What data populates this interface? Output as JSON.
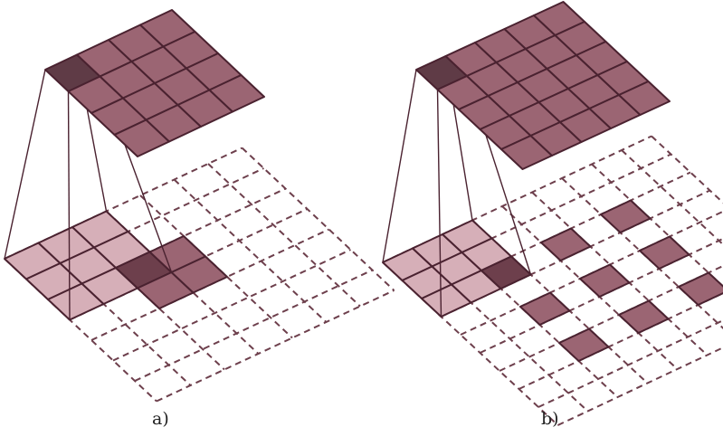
{
  "colors": {
    "output_fill": "#9b6573",
    "output_highlight": "#5f3b46",
    "input_light": "#d6afb8",
    "input_dark": "#6d3f4c",
    "input_medium": "#9b6573",
    "edge": "#4a2230",
    "dashed": "#6d3f4c"
  },
  "panels": [
    {
      "id": "a",
      "caption": "a)",
      "input_grid": 7,
      "output_grid": 4,
      "kernel": 3,
      "padded_border": true
    },
    {
      "id": "b",
      "caption": "b)",
      "input_grid": 9,
      "output_grid": 5,
      "kernel": 3,
      "dilated_input": true
    }
  ]
}
